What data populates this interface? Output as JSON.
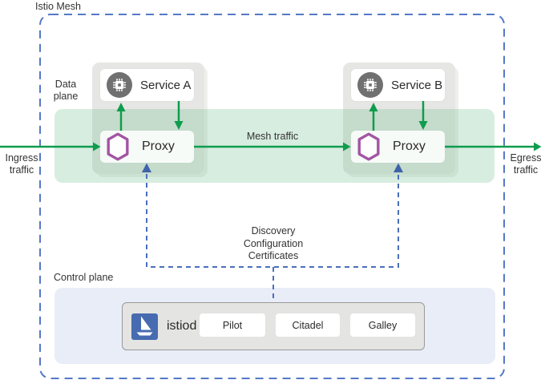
{
  "mesh": {
    "title": "Istio Mesh"
  },
  "traffic": {
    "ingress_line1": "Ingress",
    "ingress_line2": "traffic",
    "egress_line1": "Egress",
    "egress_line2": "traffic",
    "mesh_label": "Mesh traffic"
  },
  "data_plane": {
    "label_line1": "Data",
    "label_line2": "plane",
    "services": [
      {
        "name": "Service A",
        "proxy": "Proxy",
        "service_icon": "chip-icon",
        "proxy_icon": "hexagon-icon"
      },
      {
        "name": "Service B",
        "proxy": "Proxy",
        "service_icon": "chip-icon",
        "proxy_icon": "hexagon-icon"
      }
    ]
  },
  "connector": {
    "line1": "Discovery",
    "line2": "Configuration",
    "line3": "Certificates"
  },
  "control_plane": {
    "label": "Control plane",
    "istiod_label": "istiod",
    "istiod_icon": "sailboat-icon",
    "components": [
      "Pilot",
      "Citadel",
      "Galley"
    ]
  },
  "colors": {
    "mesh_border_blue": "#5578c6",
    "control_link_blue": "#4a6fba",
    "control_arrow_blue": "#3f63a8",
    "traffic_green": "#0e9c4d",
    "band_green_tint": "#ddeee3",
    "proxy_purple": "#a355a3",
    "istio_blue": "#466bb0",
    "container_gray": "#e6e6e4",
    "service_icon_gray": "#707070",
    "control_plane_bg": "#e9edf8"
  }
}
